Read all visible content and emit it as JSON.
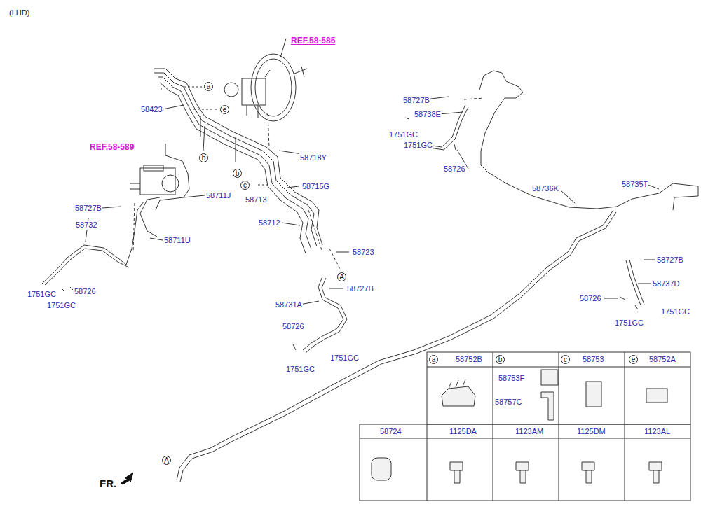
{
  "diagram": {
    "nodes": [
      {
        "text": [
          "a"
        ]
      },
      {
        "text": [
          "e"
        ]
      },
      {
        "text": [
          "b"
        ]
      },
      {
        "text": [
          "b"
        ]
      },
      {
        "text": [
          "c"
        ]
      },
      {
        "text": [
          "A"
        ]
      },
      {
        "text": [
          "A"
        ]
      },
      {
        "text": [
          "a"
        ]
      },
      {
        "text": [
          "b"
        ]
      },
      {
        "text": [
          "c"
        ]
      },
      {
        "text": [
          "e"
        ]
      }
    ],
    "labels": [
      "(LHD)",
      "REF.58-585",
      "58423",
      "REF.58-589",
      "58718Y",
      "58715G",
      "58711J",
      "58713",
      "58727B",
      "58712",
      "58732",
      "58711U",
      "58723",
      "58727B",
      "1751GC",
      "58726",
      "1751GC",
      "58731A",
      "58726",
      "1751GC",
      "1751GC",
      "58727B",
      "58738E",
      "1751GC",
      "1751GC",
      "58726",
      "58736K",
      "58735T",
      "58727B",
      "58737D",
      "58726",
      "1751GC",
      "1751GC",
      "FR.",
      "58752B",
      "58753",
      "58752A",
      "58753F",
      "58757C",
      "58724",
      "1125DA",
      "1123AM",
      "1125DM",
      "1123AL"
    ]
  }
}
